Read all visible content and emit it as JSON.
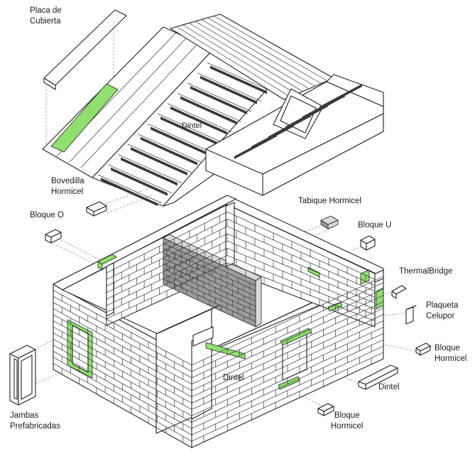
{
  "colors": {
    "accent": "#8fe06f",
    "grey_block": "#9a9a9a"
  },
  "labels": {
    "placa_de_cubierta": "Placa de\nCubierta",
    "bovedilla_hormicel": "Bovedilla\nHormicel",
    "dintel_roof": "Dintel",
    "tabique_hormicel": "Tabique Hormicel",
    "bloque_o": "Bloque O",
    "bloque_u": "Bloque U",
    "thermalbridge": "ThermalBridge",
    "plaqueta_celupor": "Plaqueta\nCelupor",
    "bloque_hormicel_right": "Bloque\nHormicel",
    "dintel_right": "Dintel",
    "dintel_center": "Dintel",
    "bloque_hormicel_bottom": "Bloque\nHormicel",
    "jambas_prefabricadas": "Jambas\nPrefabricadas"
  }
}
